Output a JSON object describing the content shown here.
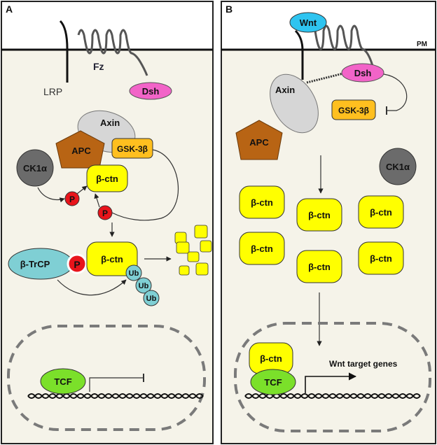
{
  "panel_a": {
    "letter": "A",
    "labels": {
      "lrp": "LRP",
      "fz": "Fz",
      "dsh": "Dsh",
      "axin": "Axin",
      "apc": "APC",
      "gsk": "GSK-3β",
      "ck1": "CK1α",
      "bcat_complex": "β-ctn",
      "p1": "P",
      "p2": "P",
      "bcat_trcp": "β-ctn",
      "trcp": "β-TrCP",
      "p3": "P",
      "ub1": "Ub",
      "ub2": "Ub",
      "ub3": "Ub",
      "tcf": "TCF"
    }
  },
  "panel_b": {
    "letter": "B",
    "labels": {
      "pm": "PM",
      "wnt": "Wnt",
      "dsh": "Dsh",
      "axin": "Axin",
      "gsk": "GSK-3β",
      "apc": "APC",
      "ck1": "CK1α",
      "bcat": [
        "β-ctn",
        "β-ctn",
        "β-ctn",
        "β-ctn",
        "β-ctn",
        "β-ctn"
      ],
      "bcat_nuclear": "β-ctn",
      "tcf": "TCF",
      "target": "Wnt target genes"
    }
  },
  "colors": {
    "yellow": "#ffff00",
    "red": "#e8141b",
    "pink": "#f264c8",
    "gray": "#6b6b6b",
    "lightgray": "#d6d6d6",
    "brown": "#b86414",
    "orange": "#ffbf1f",
    "teal": "#7fcfd4",
    "green": "#7be02a",
    "cyan": "#2ec4f0"
  }
}
